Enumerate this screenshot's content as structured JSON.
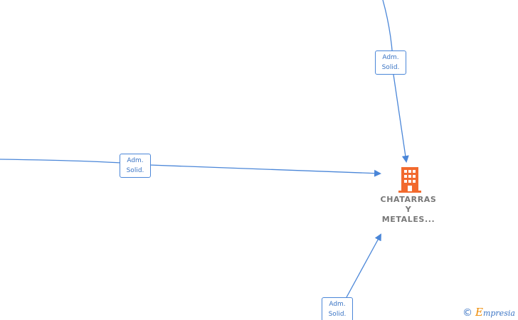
{
  "diagram": {
    "edge_labels": [
      {
        "line1": "Adm.",
        "line2": "Solid."
      },
      {
        "line1": "Adm.",
        "line2": "Solid."
      },
      {
        "line1": "Adm.",
        "line2": "Solid."
      }
    ],
    "company": {
      "name_line1": "CHATARRAS",
      "name_line2": "Y",
      "name_line3": "METALES...",
      "icon": "building-icon",
      "icon_color": "#f26a2e"
    },
    "edge_color": "#4a86d8"
  },
  "footer": {
    "copyright_symbol": "©",
    "brand_initial": "E",
    "brand_rest": "mpresia"
  }
}
